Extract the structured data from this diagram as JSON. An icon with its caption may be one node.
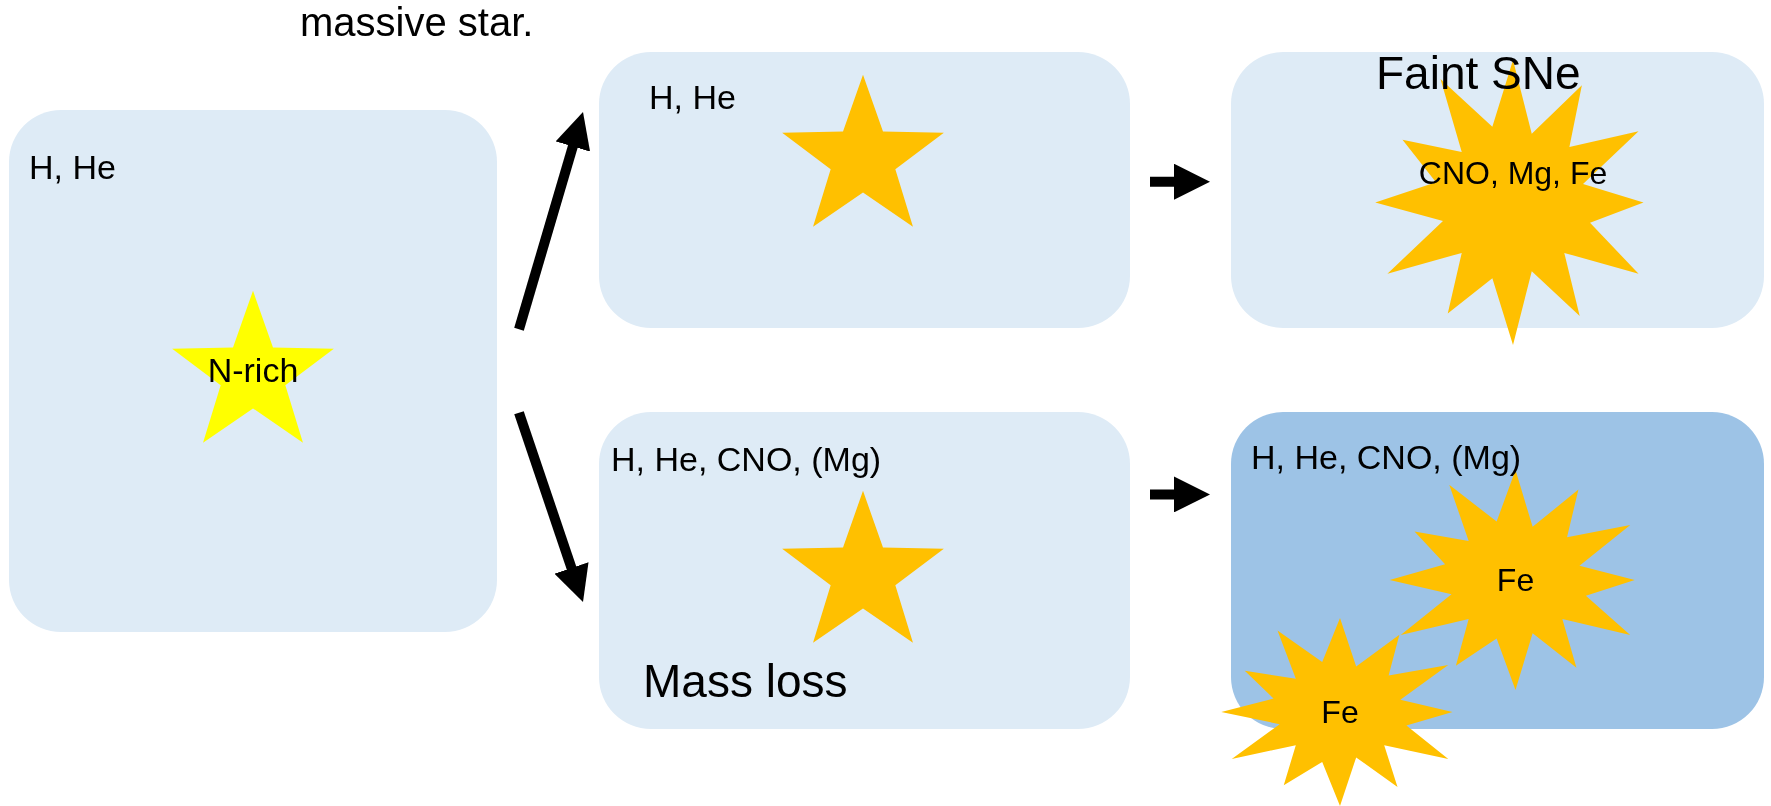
{
  "diagram": {
    "title": "massive star.",
    "nodes": [
      {
        "text": [
          "H, He"
        ]
      },
      {
        "text": [
          "N-rich"
        ],
        "in": 0
      },
      {
        "text": [
          "H, He"
        ]
      },
      {
        "text": [],
        "shape": "star",
        "in": 2
      },
      {
        "text": [
          "Faint SNe"
        ]
      },
      {
        "text": [
          "CNO, Mg, Fe"
        ],
        "in": 4
      },
      {
        "text": [
          "H, He, CNO, (Mg)",
          "Mass loss"
        ]
      },
      {
        "text": [],
        "shape": "star",
        "in": 6
      },
      {
        "text": [
          "H, He, CNO, (Mg)"
        ]
      },
      {
        "text": [
          "Fe"
        ],
        "in": 8
      },
      {
        "text": [
          "Fe"
        ]
      }
    ],
    "edges": [
      {
        "from": 0,
        "to": 2,
        "arrow": "to"
      },
      {
        "from": 0,
        "to": 6,
        "arrow": "to"
      },
      {
        "from": 2,
        "to": 4,
        "arrow": "to"
      },
      {
        "from": 6,
        "to": 8,
        "arrow": "to"
      }
    ]
  }
}
